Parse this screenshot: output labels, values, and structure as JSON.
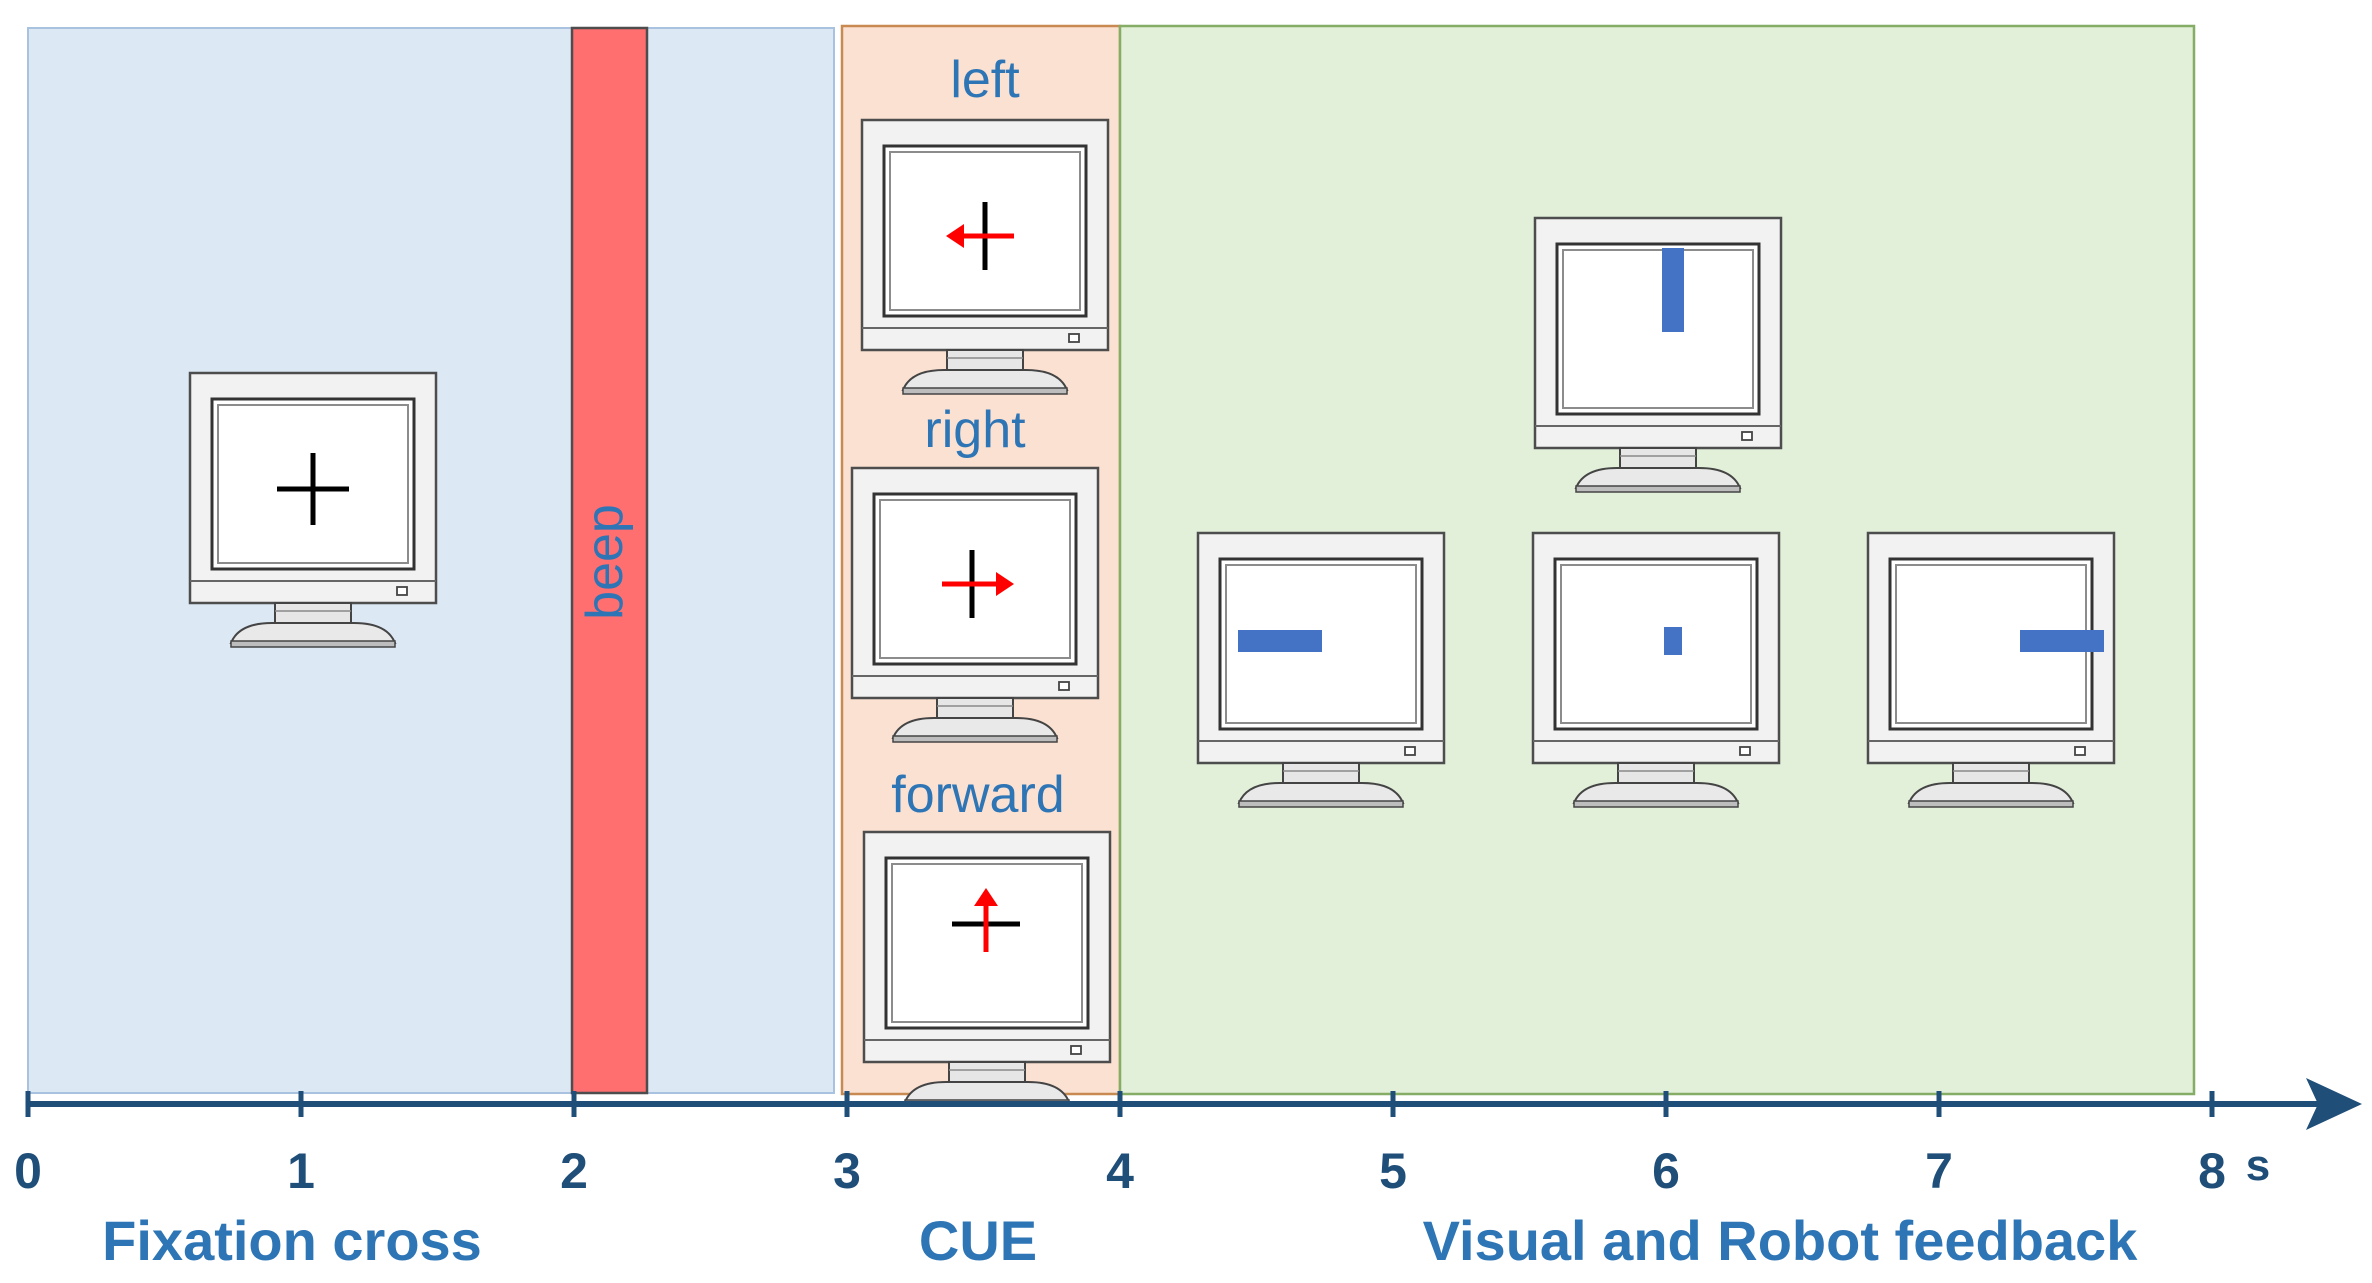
{
  "colors": {
    "fixation_bg": "#dde8f5",
    "fixation_border": "#a9c2e0",
    "beep": "#ff6f6f",
    "cue_bg": "#fbe1d2",
    "cue_border": "#c98a52",
    "feedback_bg": "#e2efd9",
    "feedback_border": "#86ad66",
    "axis": "#1f4e79",
    "label": "#2e75b6",
    "cue_arrow": "#ff0000",
    "bar": "#4472c4"
  },
  "axis": {
    "ticks": [
      "0",
      "1",
      "2",
      "3",
      "4",
      "5",
      "6",
      "7",
      "8"
    ],
    "unit": "s"
  },
  "phases": {
    "fixation": "Fixation cross",
    "beep": "beep",
    "cue": "CUE",
    "feedback": "Visual and Robot feedback"
  },
  "cues": {
    "left": "left",
    "right": "right",
    "forward": "forward"
  },
  "icons": {
    "monitor": "crt-monitor-icon",
    "fixation": "plus-cross-icon",
    "cue_left": "left-arrow-icon",
    "cue_right": "right-arrow-icon",
    "cue_forward": "up-arrow-icon",
    "feedback_bar": "feedback-bar-icon"
  }
}
